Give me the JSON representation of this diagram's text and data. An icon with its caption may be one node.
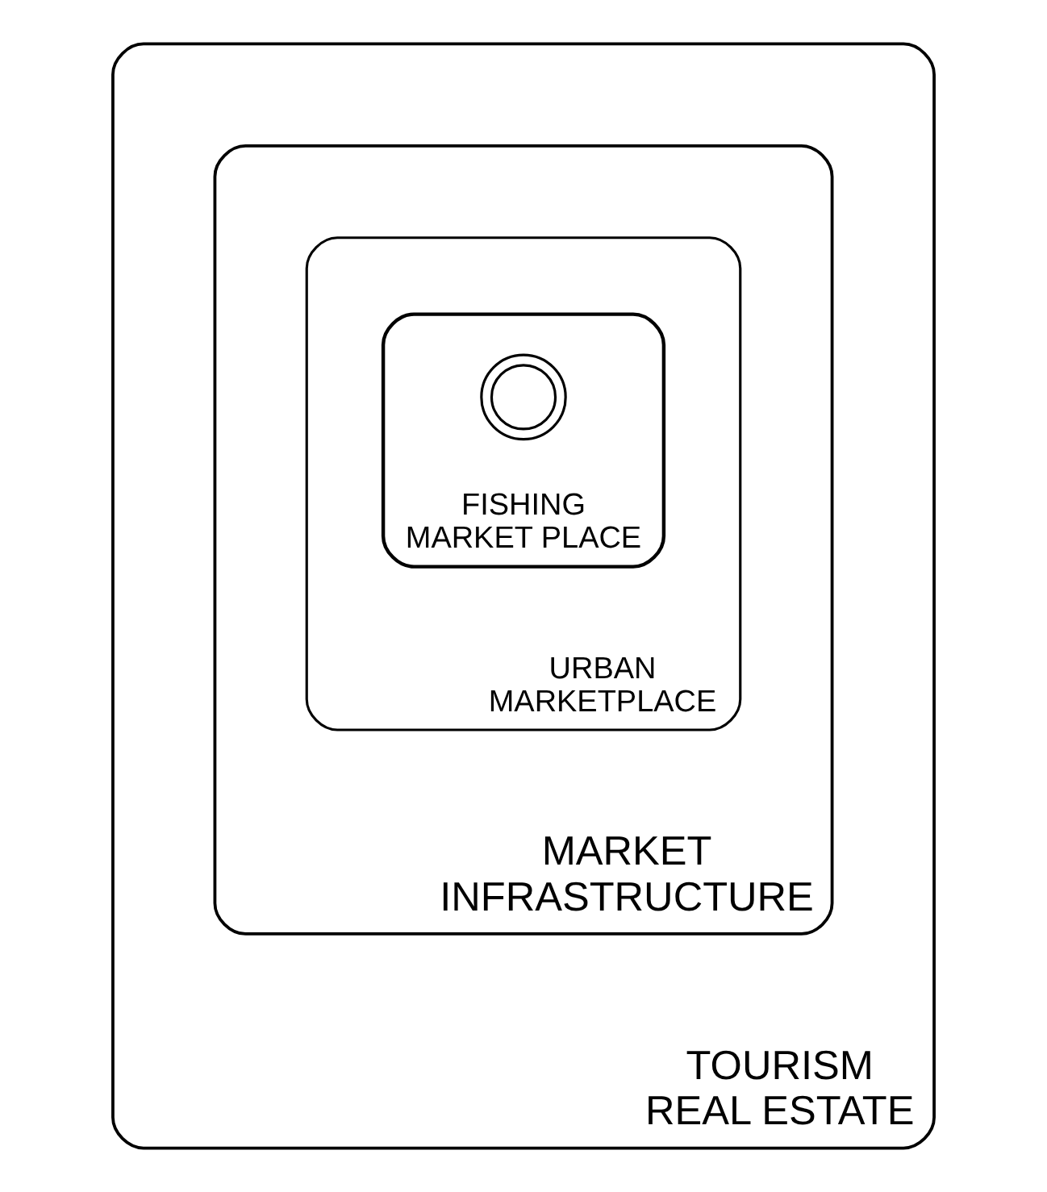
{
  "diagram": {
    "nodes": [
      {
        "text": [
          "TOURISM",
          "REAL ESTATE"
        ]
      },
      {
        "text": [
          "MARKET",
          "INFRASTRUCTURE"
        ],
        "in": 0
      },
      {
        "text": [
          "URBAN",
          "MARKETPLACE"
        ],
        "in": 1
      },
      {
        "text": [
          "FISHING",
          "MARKET PLACE"
        ],
        "in": 2
      },
      {
        "text": [],
        "shape": "picture",
        "in": 3
      }
    ]
  }
}
